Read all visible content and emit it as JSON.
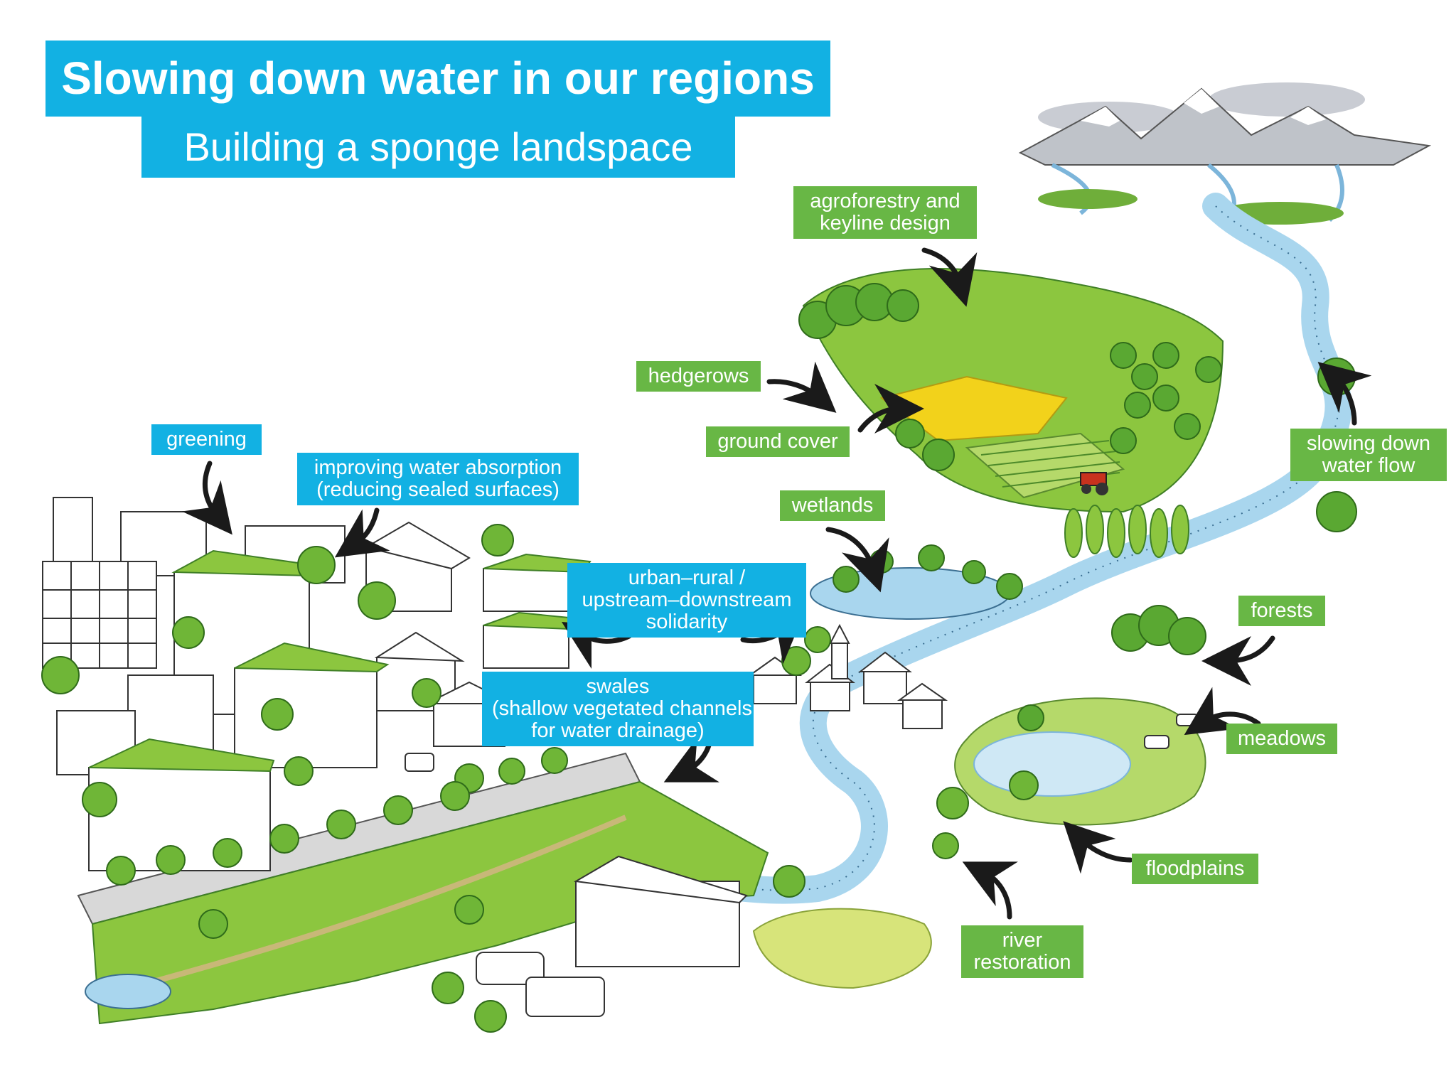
{
  "title": "Slowing down water in our regions",
  "subtitle": "Building a sponge landspace",
  "labels": {
    "agroforestry": {
      "lines": [
        "agroforestry and",
        "keyline design"
      ],
      "color": "#68b745"
    },
    "hedgerows": {
      "lines": [
        "hedgerows"
      ],
      "color": "#68b745"
    },
    "ground_cover": {
      "lines": [
        "ground cover"
      ],
      "color": "#68b745"
    },
    "wetlands": {
      "lines": [
        "wetlands"
      ],
      "color": "#68b745"
    },
    "slowing_flow": {
      "lines": [
        "slowing down",
        "water flow"
      ],
      "color": "#68b745"
    },
    "forests": {
      "lines": [
        "forests"
      ],
      "color": "#68b745"
    },
    "meadows": {
      "lines": [
        "meadows"
      ],
      "color": "#68b745"
    },
    "floodplains": {
      "lines": [
        "floodplains"
      ],
      "color": "#68b745"
    },
    "river_restoration": {
      "lines": [
        "river",
        "restoration"
      ],
      "color": "#68b745"
    },
    "greening": {
      "lines": [
        "greening"
      ],
      "color": "#12b1e3"
    },
    "water_absorption": {
      "lines": [
        "improving water absorption",
        "(reducing sealed surfaces)"
      ],
      "color": "#12b1e3"
    },
    "solidarity": {
      "lines": [
        "urban–rural /",
        "upstream–downstream",
        "solidarity"
      ],
      "color": "#12b1e3"
    },
    "swales": {
      "lines": [
        "swales",
        "(shallow vegetated channels",
        "for water drainage)"
      ],
      "color": "#12b1e3"
    }
  },
  "colors": {
    "label_green": "#68b745",
    "label_blue": "#12b1e3",
    "water": "#a9d6ee",
    "grass": "#8cc63f",
    "tree": "#5aa832",
    "field_yellow": "#f2d21b"
  },
  "icons": [
    "arrow-icon",
    "tree-icon",
    "house-icon",
    "car-icon",
    "tractor-icon",
    "cow-icon",
    "mountain-icon"
  ]
}
